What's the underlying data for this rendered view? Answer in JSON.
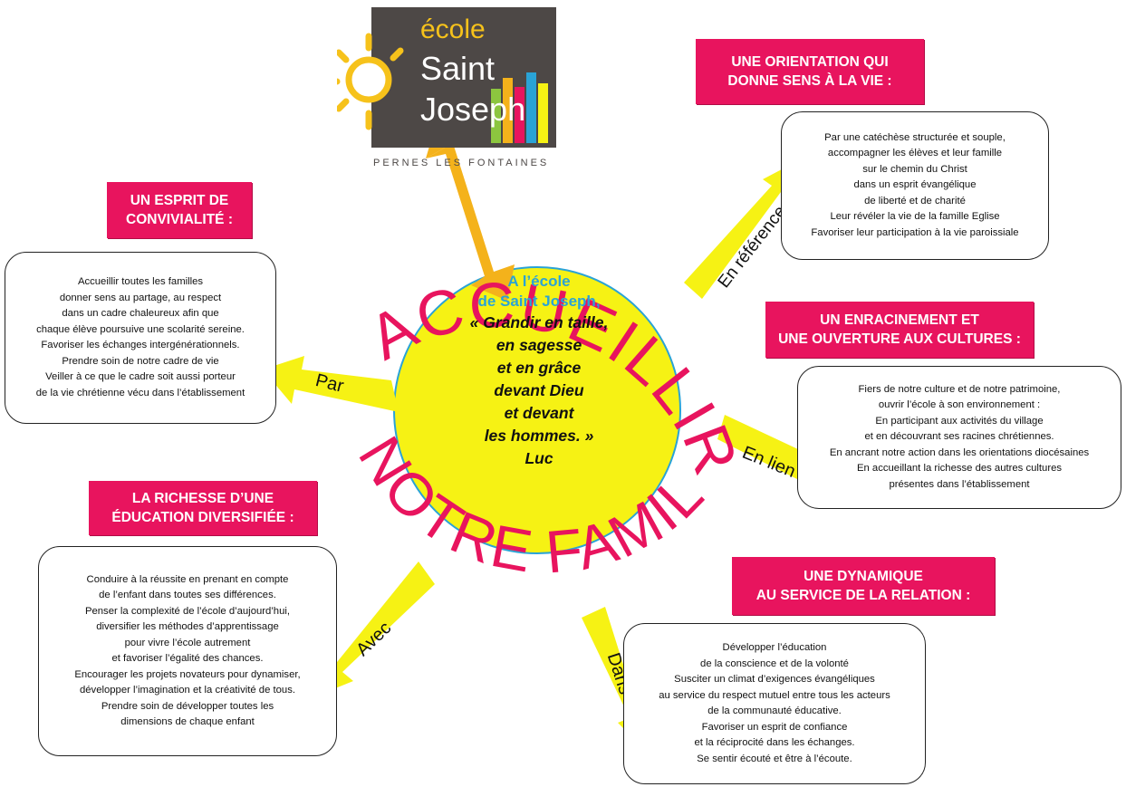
{
  "logo": {
    "line1": "école",
    "line2": "Saint",
    "line3": "Joseph",
    "town": "PERNES LES FONTAINES"
  },
  "arc_text": {
    "top": "ACCUEILLIR DANS",
    "bottom": "NOTRE FAMILLE"
  },
  "center": {
    "line1": "A l’école",
    "line2": "de Saint Joseph,",
    "quote": [
      "« Grandir en taille,",
      "en sagesse",
      "et en grâce",
      "devant Dieu",
      "et devant",
      "les hommes. »",
      "Luc"
    ]
  },
  "arrows": {
    "par": "Par",
    "avec": "Avec",
    "dans": "Dans",
    "en_lien": "En lien",
    "en_reference": "En référence"
  },
  "sections": {
    "convivialite": {
      "title": [
        "UN ESPRIT DE",
        "CONVIVIALITÉ :"
      ],
      "text": [
        "Accueillir toutes les familles",
        "donner sens au partage, au respect",
        "dans un cadre chaleureux afin que",
        "chaque élève poursuive une scolarité sereine.",
        "Favoriser les échanges intergénérationnels.",
        "Prendre soin de notre cadre de vie",
        "Veiller à ce que le cadre soit aussi porteur",
        "de la vie chrétienne vécu dans l’établissement"
      ]
    },
    "education": {
      "title": [
        "LA RICHESSE D’UNE",
        "ÉDUCATION DIVERSIFIÉE :"
      ],
      "text": [
        "Conduire à la réussite en prenant en compte",
        "de l’enfant dans toutes ses différences.",
        "Penser  la complexité de l’école d’aujourd’hui,",
        "diversifier les méthodes d’apprentissage",
        "pour vivre l’école autrement",
        "et favoriser l’égalité des chances.",
        "Encourager les projets novateurs pour dynamiser,",
        "développer l’imagination et la créativité de tous.",
        "Prendre soin de développer toutes les",
        "dimensions   de chaque enfant"
      ]
    },
    "orientation": {
      "title": [
        "UNE ORIENTATION QUI",
        "DONNE SENS À LA VIE :"
      ],
      "text": [
        "Par une catéchèse structurée et souple,",
        "accompagner les élèves et leur famille",
        "sur le chemin du Christ",
        "dans un esprit évangélique",
        "de liberté et de charité",
        "Leur révéler la vie de la famille Eglise",
        "Favoriser leur participation à la vie paroissiale"
      ]
    },
    "enracinement": {
      "title": [
        "UN ENRACINEMENT ET",
        "UNE OUVERTURE AUX CULTURES :"
      ],
      "text": [
        "Fiers de notre culture et de notre patrimoine,",
        "ouvrir l’école à son environnement :",
        "En participant  aux activités du village",
        "et en découvrant ses racines chrétiennes.",
        "En ancrant notre action dans les orientations diocésaines",
        "En accueillant la richesse des autres cultures",
        "présentes dans l’établissement"
      ]
    },
    "dynamique": {
      "title": [
        "UNE DYNAMIQUE",
        "AU SERVICE  DE LA RELATION :"
      ],
      "text": [
        "Développer l’éducation",
        "de la conscience et de la volonté",
        "Susciter un climat d’exigences évangéliques",
        "au service du respect mutuel entre  tous les acteurs",
        "de la communauté éducative.",
        "Favoriser un esprit de confiance",
        "et la réciprocité dans les échanges.",
        "Se sentir écouté et être à l’écoute."
      ]
    }
  },
  "colors": {
    "magenta": "#e8145e",
    "yellow": "#f6f214",
    "cyan": "#2aa3d6",
    "orange_arrow": "#f4b21b",
    "logo_bg": "#4d4846"
  }
}
